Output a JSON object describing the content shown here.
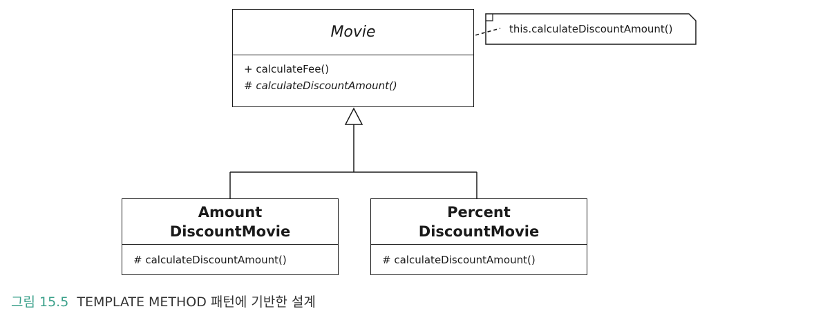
{
  "classes": {
    "movie": {
      "name": "Movie",
      "operations": [
        "+ calculateFee()",
        "# calculateDiscountAmount()"
      ]
    },
    "amount": {
      "name_line1": "Amount",
      "name_line2": "DiscountMovie",
      "operations": [
        "# calculateDiscountAmount()"
      ]
    },
    "percent": {
      "name_line1": "Percent",
      "name_line2": "DiscountMovie",
      "operations": [
        "# calculateDiscountAmount()"
      ]
    }
  },
  "note": {
    "text": "this.calculateDiscountAmount()"
  },
  "caption": {
    "figure_label": "그림 15.5",
    "text": "TEMPLATE METHOD 패턴에 기반한 설계"
  },
  "colors": {
    "caption_accent": "#3aa08a",
    "line": "#1a1a1a"
  }
}
